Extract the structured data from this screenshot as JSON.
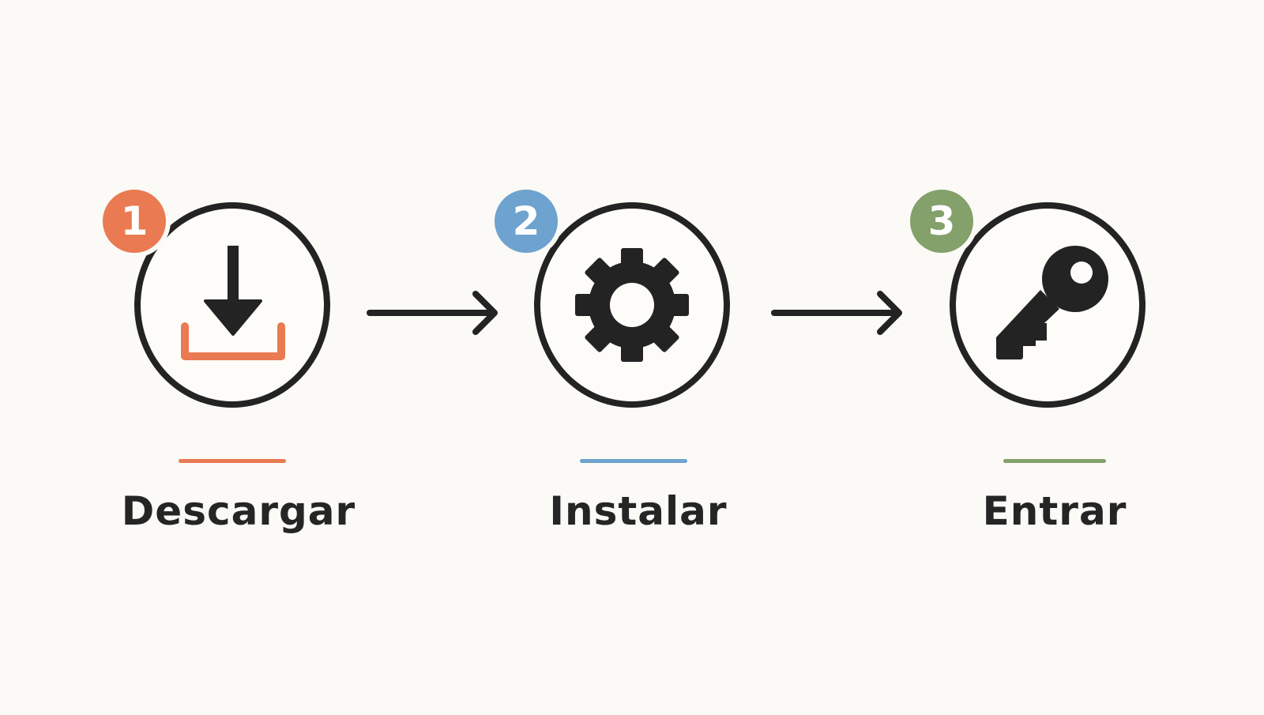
{
  "colors": {
    "step1": "#e97a52",
    "step2": "#6ea3cf",
    "step3": "#84a06b",
    "ink": "#232323"
  },
  "steps": [
    {
      "number": "1",
      "label": "Descargar",
      "icon": "download-icon"
    },
    {
      "number": "2",
      "label": "Instalar",
      "icon": "gear-icon"
    },
    {
      "number": "3",
      "label": "Entrar",
      "icon": "key-icon"
    }
  ],
  "connectors": [
    "arrow-right-icon",
    "arrow-right-icon"
  ]
}
